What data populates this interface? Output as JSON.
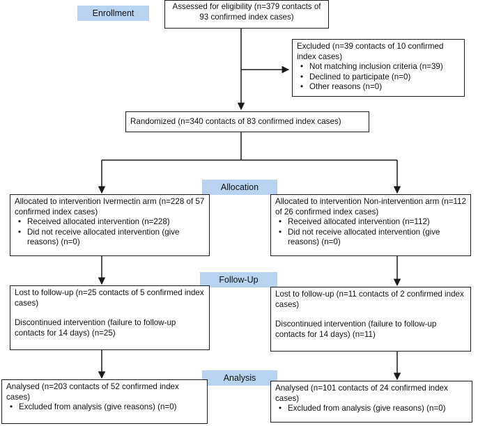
{
  "stages": {
    "enrollment": "Enrollment",
    "allocation": "Allocation",
    "followup": "Follow-Up",
    "analysis": "Analysis"
  },
  "assessed": {
    "text": "Assessed for eligibility (n=379 contacts of 93 confirmed index cases)"
  },
  "excluded": {
    "title": "Excluded (n=39 contacts of 10 confirmed index cases)",
    "items": [
      "Not matching inclusion criteria (n=39)",
      "Declined to participate (n=0)",
      "Other reasons (n=0)"
    ]
  },
  "randomized": {
    "text": "Randomized (n=340 contacts of 83 confirmed index cases)"
  },
  "allocation": {
    "left": {
      "title": "Allocated to intervention Ivermectin arm (n=228 of 57 confirmed index cases)",
      "items": [
        "Received allocated intervention (n=228)",
        "Did not receive allocated intervention (give reasons) (n=0)"
      ]
    },
    "right": {
      "title": "Allocated to intervention Non-intervention arm (n=112 of 26 confirmed index cases)",
      "items": [
        "Received allocated intervention (n=112)",
        "Did not receive allocated intervention (give reasons) (n=0)"
      ]
    }
  },
  "followup": {
    "left": {
      "lost": "Lost to follow-up (n=25 contacts of 5 confirmed index cases)",
      "discontinued": "Discontinued intervention (failure to follow-up contacts for 14 days) (n=25)"
    },
    "right": {
      "lost": "Lost to follow-up (n=11 contacts of 2 confirmed index cases)",
      "discontinued": "Discontinued intervention (failure to follow-up contacts for 14 days) (n=11)"
    }
  },
  "analysis": {
    "left": {
      "title": "Analysed (n=203 contacts of 52 confirmed index cases)",
      "items": [
        "Excluded from analysis (give reasons) (n=0)"
      ]
    },
    "right": {
      "title": "Analysed (n=101 contacts of 24 confirmed index cases)",
      "items": [
        "Excluded from analysis (give reasons) (n=0)"
      ]
    }
  }
}
